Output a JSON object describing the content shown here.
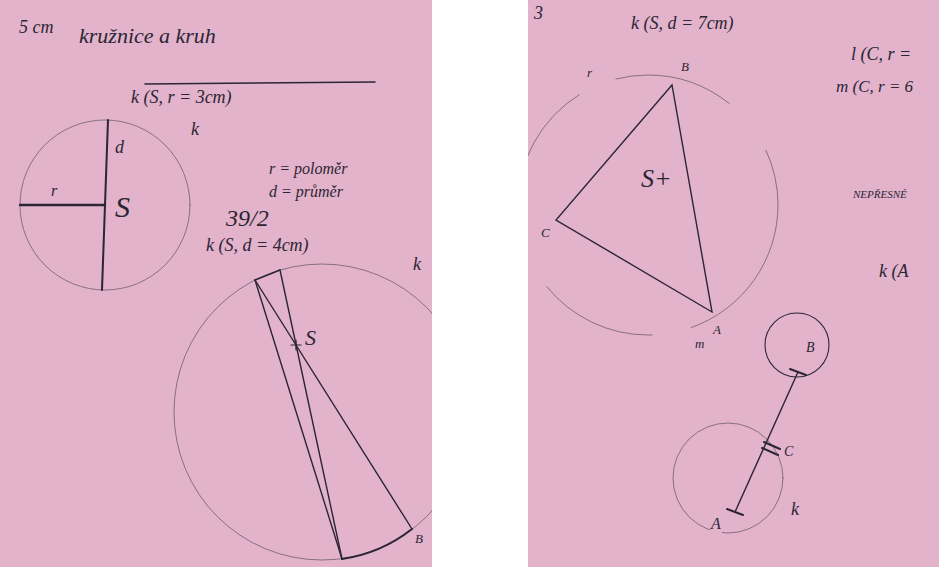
{
  "diagram": {
    "labels": [
      "5 cm",
      "kružnice a kruh",
      "k (S, r = 3cm)",
      "k",
      "r",
      "d",
      "S",
      "r = poloměr",
      "d = průměr",
      "39/2",
      "k (S, d = 4cm)",
      "k",
      "S",
      "B",
      "3",
      "k (S, d = 7cm)",
      "l (C, r =",
      "m (C, r = 6",
      "NEPŘESNÉ",
      "k (A",
      "r",
      "B",
      "S+",
      "C",
      "A",
      "m",
      "B",
      "C",
      "A",
      "k"
    ]
  }
}
